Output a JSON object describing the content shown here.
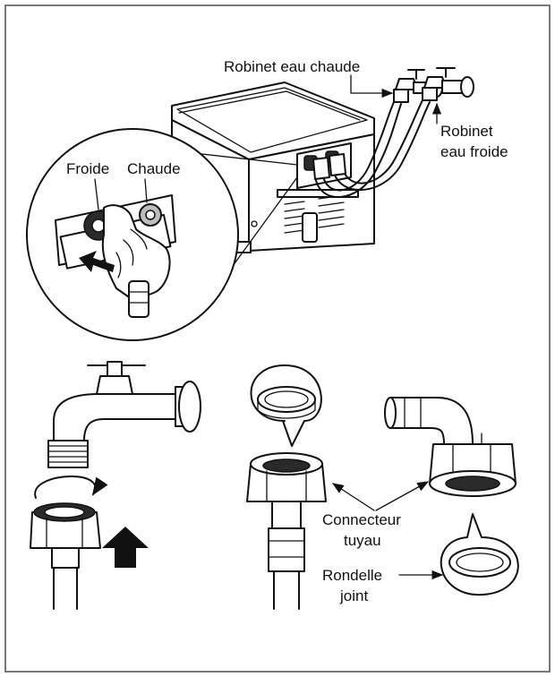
{
  "labels": {
    "hot_tap": "Robinet eau chaude",
    "cold_tap_line1": "Robinet",
    "cold_tap_line2": "eau froide",
    "cold": "Froide",
    "hot": "Chaude",
    "connector_line1": "Connecteur",
    "connector_line2": "tuyau",
    "washer_line1": "Rondelle",
    "washer_line2": "joint"
  },
  "colors": {
    "line": "#111111",
    "border": "#7a7a7a",
    "fill_gray": "#bdbdbd",
    "fill_dark": "#2a2a2a"
  },
  "icons": [
    "up-arrow-icon",
    "rotate-arrow-icon",
    "push-arrow-icon"
  ]
}
